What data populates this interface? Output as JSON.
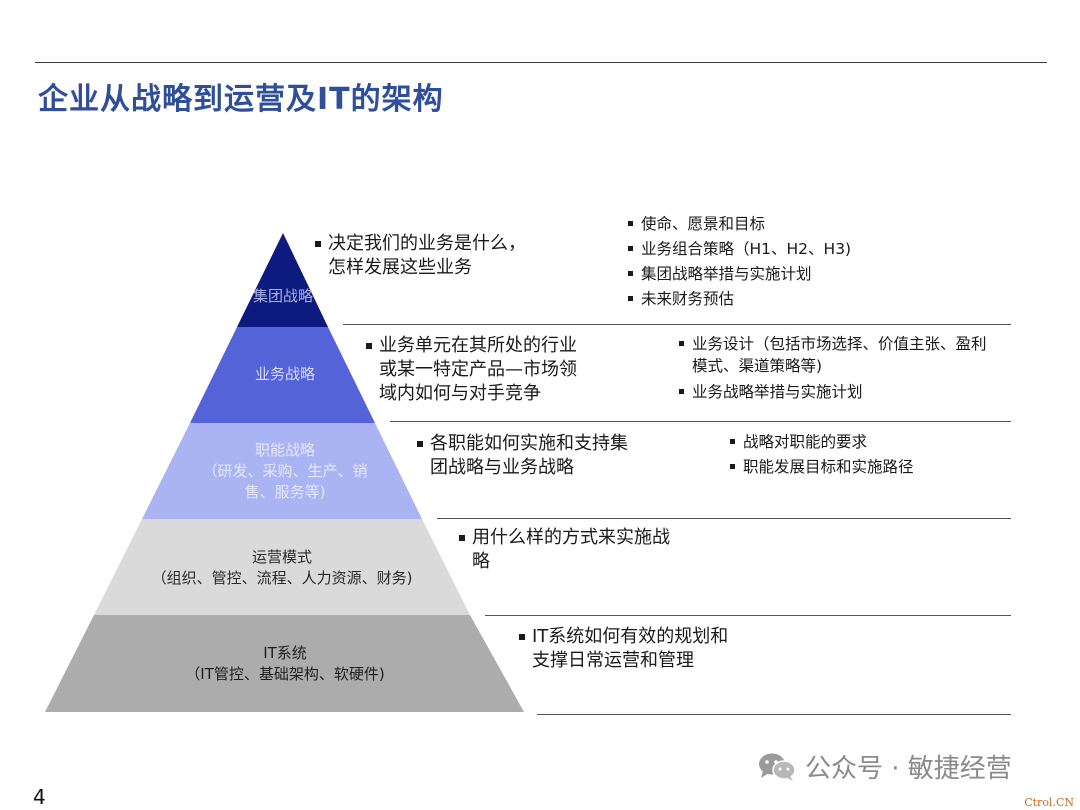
{
  "title": "企业从战略到运营及IT的架构",
  "page_number": "4",
  "watermark": "公众号 · 敏捷经营",
  "corner_mark": "Ctrol.CN",
  "levels": [
    {
      "label_lines": [
        "集团战略"
      ],
      "fill": "#0d1a7e",
      "label_color": "#a8b0e8",
      "description_lines": [
        "决定我们的业务是什么，",
        "怎样发展这些业务"
      ],
      "bullets": [
        [
          "使命、愿景和目标"
        ],
        [
          "业务组合策略（H1、H2、H3)"
        ],
        [
          "集团战略举措与实施计划"
        ],
        [
          "未来财务预估"
        ]
      ]
    },
    {
      "label_lines": [
        "业务战略"
      ],
      "fill": "#5464d8",
      "label_color": "#d6dbf8",
      "description_lines": [
        "业务单元在其所处的行业",
        "或某一特定产品—市场领",
        "域内如何与对手竞争"
      ],
      "bullets": [
        [
          "业务设计（包括市场选择、价值主张、盈利",
          "模式、渠道策略等)"
        ],
        [
          "业务战略举措与实施计划"
        ]
      ]
    },
    {
      "label_lines": [
        "职能战略",
        "（研发、采购、生产、销",
        "售、服务等)"
      ],
      "fill": "#aab4f2",
      "label_color": "#e4e8fb",
      "description_lines": [
        "各职能如何实施和支持集",
        "团战略与业务战略"
      ],
      "bullets": [
        [
          "战略对职能的要求"
        ],
        [
          "职能发展目标和实施路径"
        ]
      ]
    },
    {
      "label_lines": [
        "运营模式",
        "（组织、管控、流程、人力资源、财务)"
      ],
      "fill": "#dadada",
      "label_color": "#2a2a2a",
      "description_lines": [
        "用什么样的方式来实施战",
        "略"
      ],
      "bullets": []
    },
    {
      "label_lines": [
        "IT系统",
        "（IT管控、基础架构、软硬件)"
      ],
      "fill": "#acacac",
      "label_color": "#1e1e1e",
      "description_lines": [
        "IT系统如何有效的规划和",
        "支撑日常运营和管理"
      ],
      "bullets": []
    }
  ]
}
